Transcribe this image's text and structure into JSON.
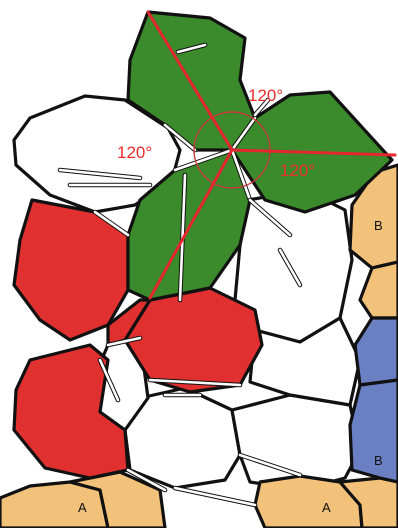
{
  "angles": [
    "120°",
    "120°",
    "120°"
  ],
  "region_labels": {
    "right_top": "B",
    "right_bottom": "B",
    "bottom_left": "A",
    "bottom_right": "A"
  },
  "colors": {
    "green": "#3b8a2b",
    "red": "#e0302f",
    "orange": "#f2c17a",
    "blue": "#6b80c3",
    "white": "#ffffff",
    "outline": "#111111",
    "angle_lines": "#e3262f"
  }
}
